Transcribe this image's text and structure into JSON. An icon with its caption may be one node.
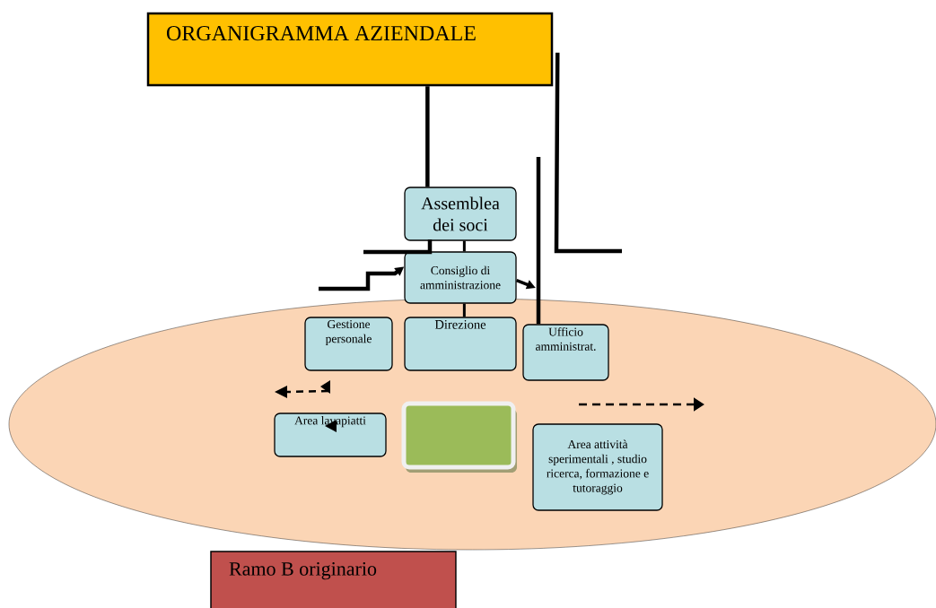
{
  "diagram": {
    "nodes": [
      {
        "text": [
          "ORGANIGRAMMA AZIENDALE"
        ]
      },
      {
        "text": [],
        "shape": "ellipse"
      },
      {
        "text": [
          "Assemblea dei soci"
        ]
      },
      {
        "text": [
          "Consiglio di amministrazione"
        ]
      },
      {
        "text": [
          "Gestione personale"
        ],
        "in": 1
      },
      {
        "text": [
          "Direzione"
        ],
        "in": 1
      },
      {
        "text": [
          "Ufficio amministrat."
        ],
        "in": 1
      },
      {
        "text": [
          "Area lavapiatti"
        ],
        "in": 1
      },
      {
        "text": [],
        "shape": "box",
        "in": 1
      },
      {
        "text": [
          "Area attività sperimentali , studio ricerca, formazione e tutoraggio"
        ],
        "in": 1
      },
      {
        "text": [
          "Ramo B originario"
        ]
      }
    ],
    "edges": [
      {
        "from": 0,
        "to": 2,
        "arrow": "none"
      },
      {
        "from": 2,
        "to": 3,
        "arrow": "none"
      },
      {
        "from": 3,
        "to": 5,
        "arrow": "none"
      },
      {
        "from": 3,
        "to": null,
        "arrow": "to"
      },
      {
        "from": null,
        "to": 6,
        "arrow": "none"
      },
      {
        "from": null,
        "to": 3,
        "arrow": "to"
      },
      {
        "from": 0,
        "to": null,
        "arrow": "none"
      }
    ]
  }
}
